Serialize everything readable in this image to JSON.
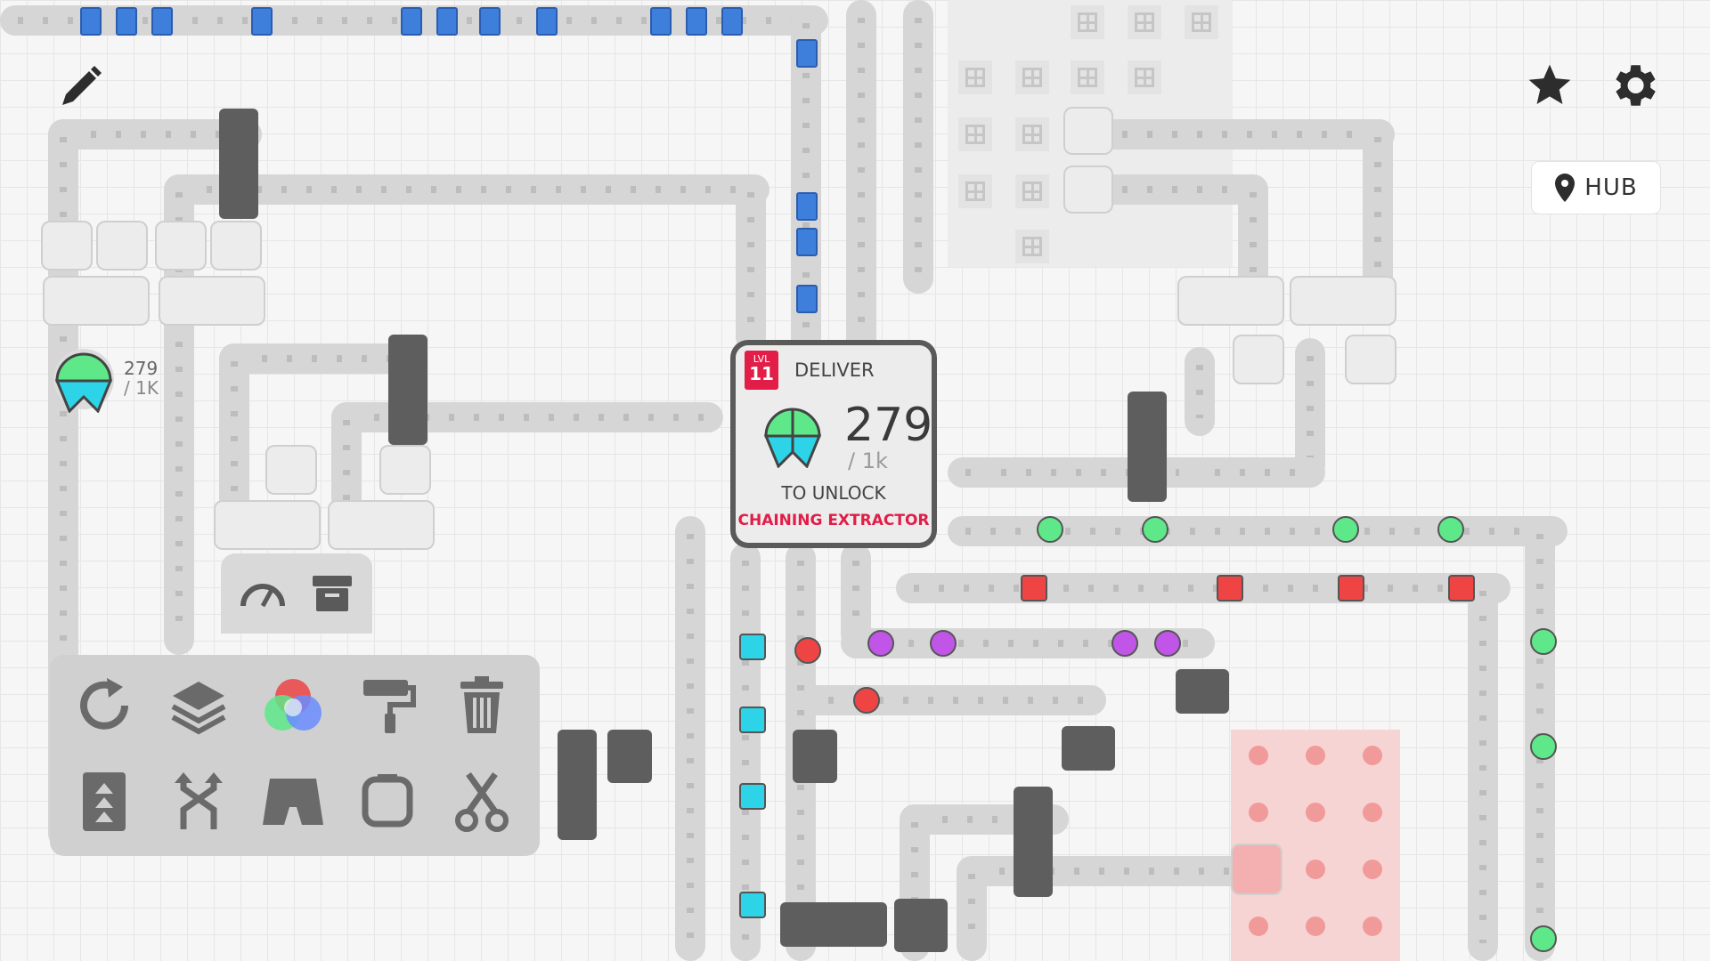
{
  "deliver": {
    "level_tag": "LVL",
    "level": "11",
    "title": "DELIVER",
    "count": "279",
    "goal": "/ 1k",
    "unlock_label": "TO UNLOCK",
    "reward": "CHAINING EXTRACTOR"
  },
  "side_progress": {
    "count": "279",
    "goal": "/ 1K"
  },
  "hub": {
    "label": "HUB"
  },
  "colors": {
    "accent_red": "#e11d48",
    "shape_green": "#5ee88a",
    "shape_cyan": "#2dd4e8",
    "shape_red": "#ef4444",
    "shape_purple": "#c055e8",
    "chip_blue": "#3f7fdc"
  },
  "icons": {
    "top_left": "pencil-icon",
    "top_right": [
      "star-icon",
      "gear-icon"
    ],
    "hub": "map-pin-icon",
    "toolbar_small": [
      "speedometer-icon",
      "archive-box-icon"
    ],
    "toolbar": [
      "rotate-icon",
      "layers-icon",
      "color-wheel-icon",
      "paint-roller-icon",
      "trash-icon",
      "lift-icon",
      "swap-icon",
      "stacker-icon",
      "frame-icon",
      "scissors-icon"
    ]
  }
}
